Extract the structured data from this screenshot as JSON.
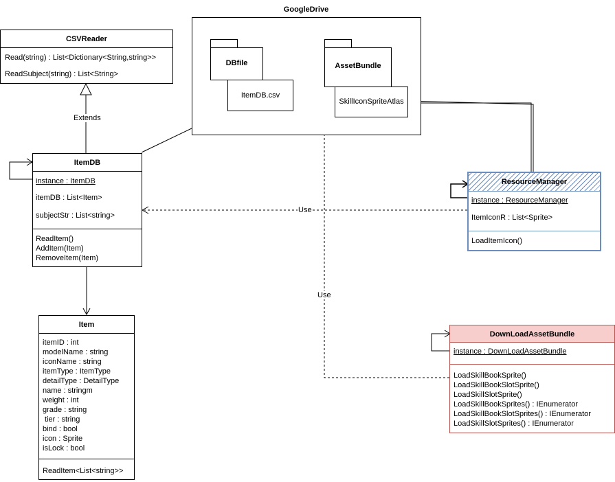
{
  "google_drive": {
    "title": "GoogleDrive",
    "dbfile_folder": "DBfile",
    "itemdb_csv": "ItemDB.csv",
    "asset_bundle_folder": "AssetBundle",
    "skill_icon_atlas": "SkillIconSpriteAtlas"
  },
  "csv_reader": {
    "title": "CSVReader",
    "methods": [
      "Read(string) : List<Dictionary<String,string>>",
      "ReadSubject(string) : List<String>"
    ]
  },
  "item_db": {
    "title": "ItemDB",
    "static_attribute": "instance : ItemDB",
    "attributes": [
      "itemDB : List<Item>",
      "subjectStr : List<string>"
    ],
    "methods": [
      "ReadItem()",
      "AddItem(Item)",
      "RemoveItem(Item)"
    ]
  },
  "item": {
    "title": "Item",
    "attributes": [
      "itemID : int",
      "modelName : string",
      "iconName : string",
      "itemType : ItemType",
      "detailType : DetailType",
      "name : stringm",
      "weight : int",
      "grade : string",
      " tier : string",
      "bind : bool",
      "icon : Sprite",
      "isLock : bool"
    ],
    "methods": [
      "ReadItem<List<string>>"
    ]
  },
  "resource_manager": {
    "title": "ResourceManager",
    "static_attribute": "instance : ResourceManager",
    "attributes": [
      "ItemIconR : List<Sprite>"
    ],
    "methods": [
      "LoadItemIcon()"
    ]
  },
  "download_asset_bundle": {
    "title": "DownLoadAssetBundle",
    "static_attribute": "instance : DownLoadAssetBundle",
    "methods": [
      "LoadSkillBookSprite()",
      "LoadSkillBookSlotSprite()",
      "LoadSkillSlotSprite()",
      "LoadSkillBookSprites() : IEnumerator",
      "LoadSkillBookSlotSprites() : IEnumerator",
      "LoadSkillSlotSprites() : IEnumerator"
    ]
  },
  "relations": {
    "extends_label": "Extends",
    "use_label_1": "Use",
    "use_label_2": "Use"
  },
  "colors": {
    "resource_manager_border": "#6c8ebf",
    "resource_manager_header": "#dae8fc",
    "download_asset_bundle_border": "#b85450",
    "download_asset_bundle_header": "#f8cecc"
  }
}
